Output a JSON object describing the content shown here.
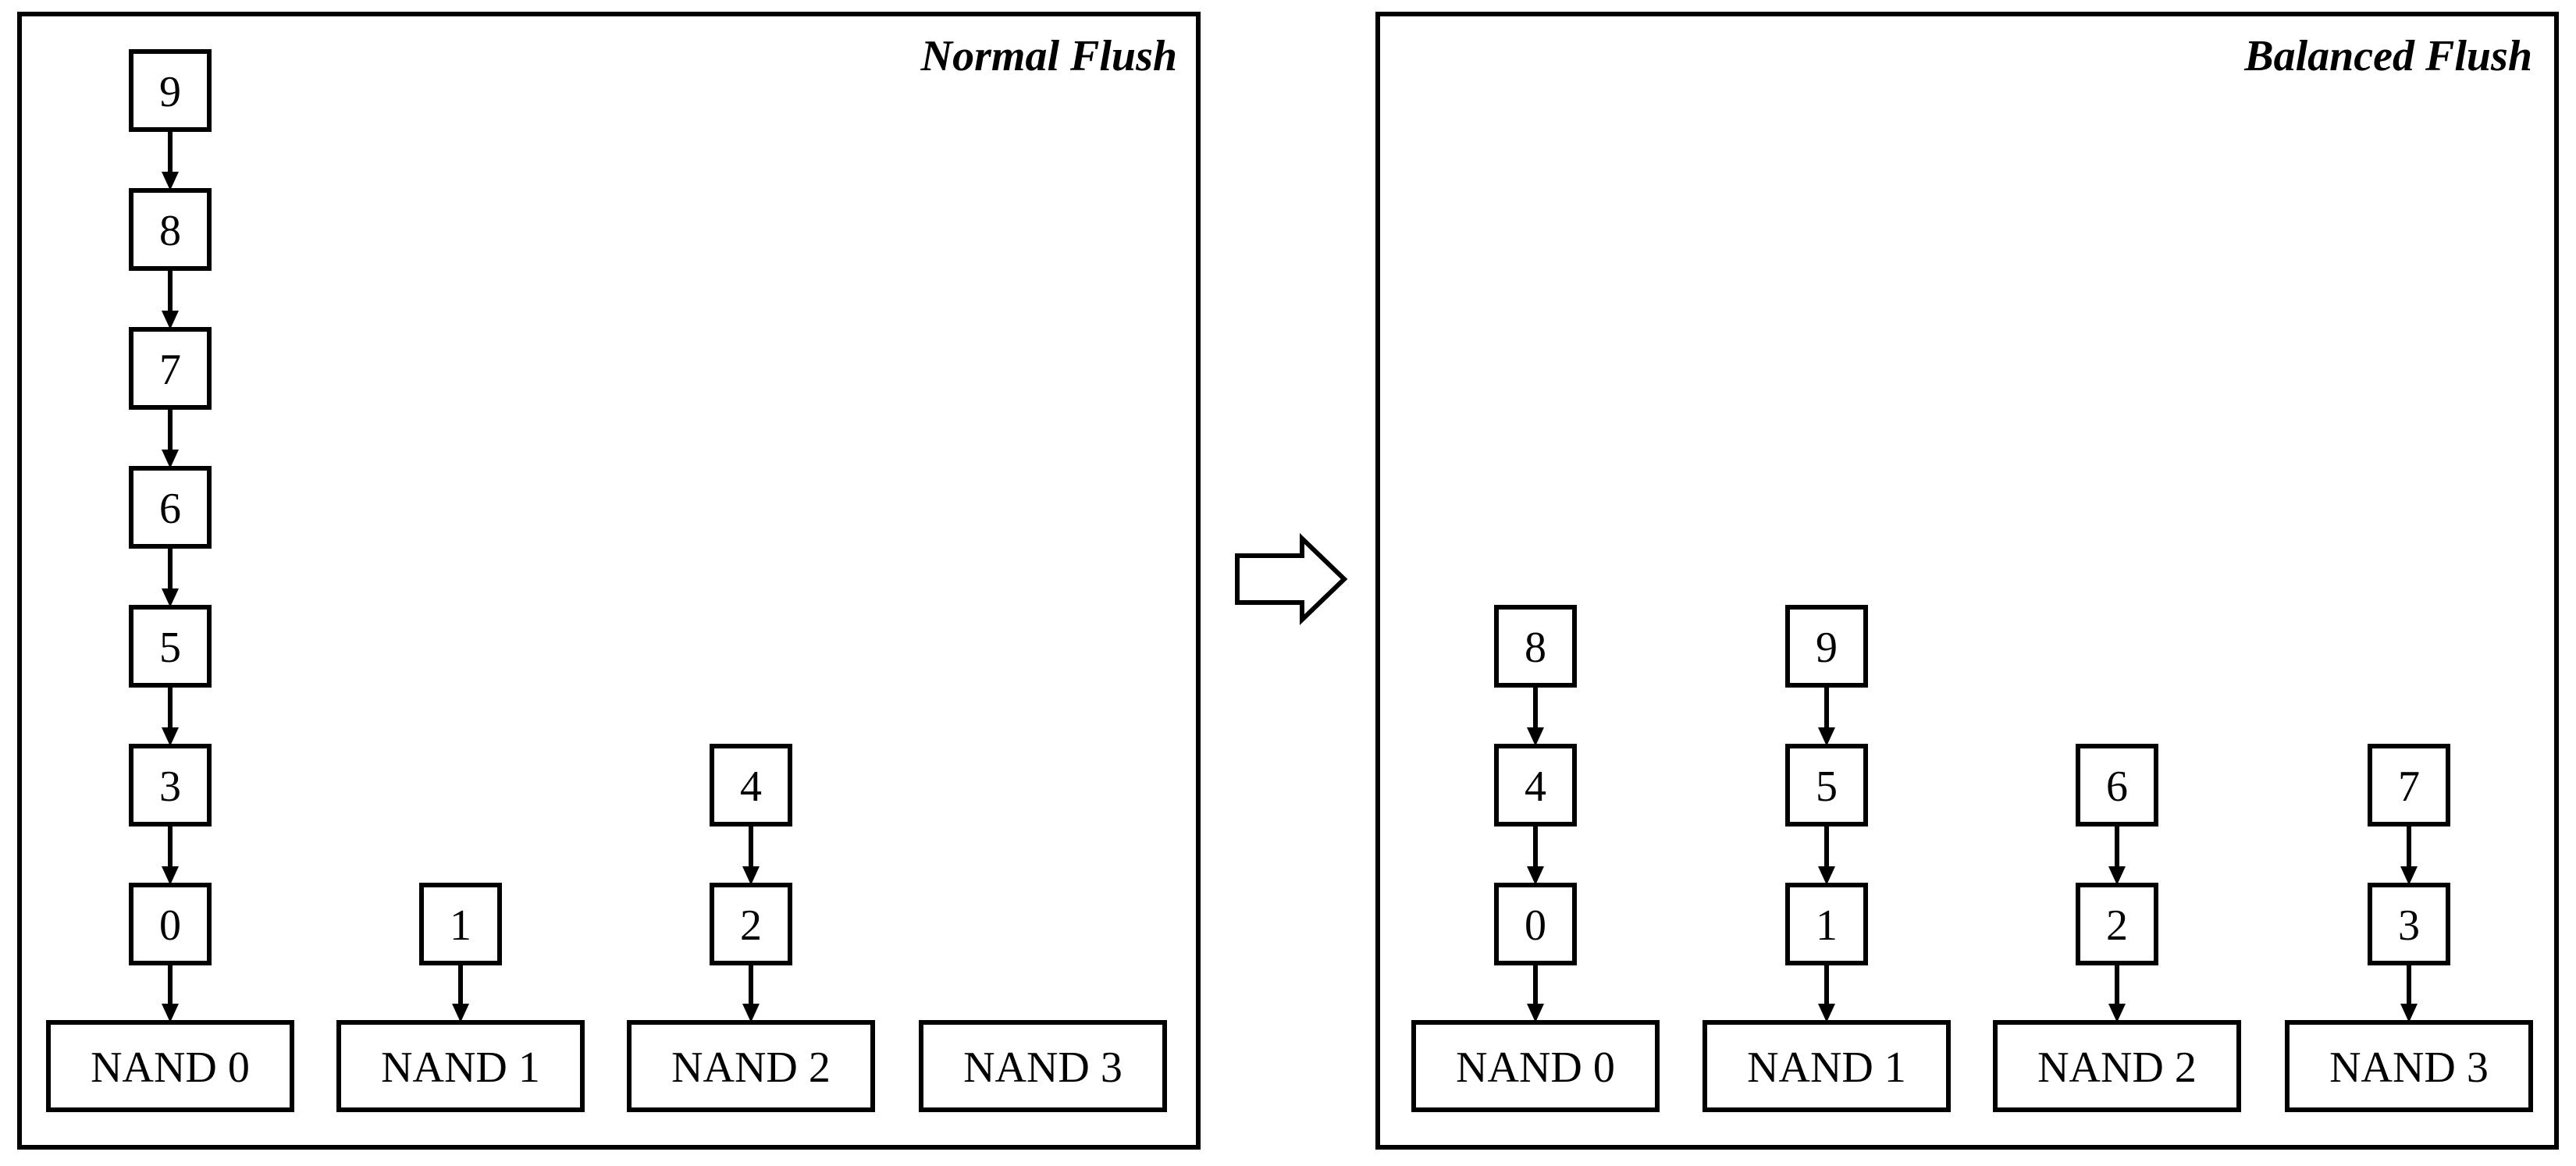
{
  "panels": [
    {
      "title": "Normal Flush",
      "nands": [
        "NAND 0",
        "NAND 1",
        "NAND 2",
        "NAND 3"
      ],
      "stacks": [
        [
          "0",
          "3",
          "5",
          "6",
          "7",
          "8",
          "9"
        ],
        [
          "1"
        ],
        [
          "2",
          "4"
        ],
        []
      ]
    },
    {
      "title": "Balanced Flush",
      "nands": [
        "NAND 0",
        "NAND 1",
        "NAND 2",
        "NAND 3"
      ],
      "stacks": [
        [
          "0",
          "4",
          "8"
        ],
        [
          "1",
          "5",
          "9"
        ],
        [
          "2",
          "6"
        ],
        [
          "3",
          "7"
        ]
      ]
    }
  ],
  "transition_icon": "right-arrow-icon"
}
